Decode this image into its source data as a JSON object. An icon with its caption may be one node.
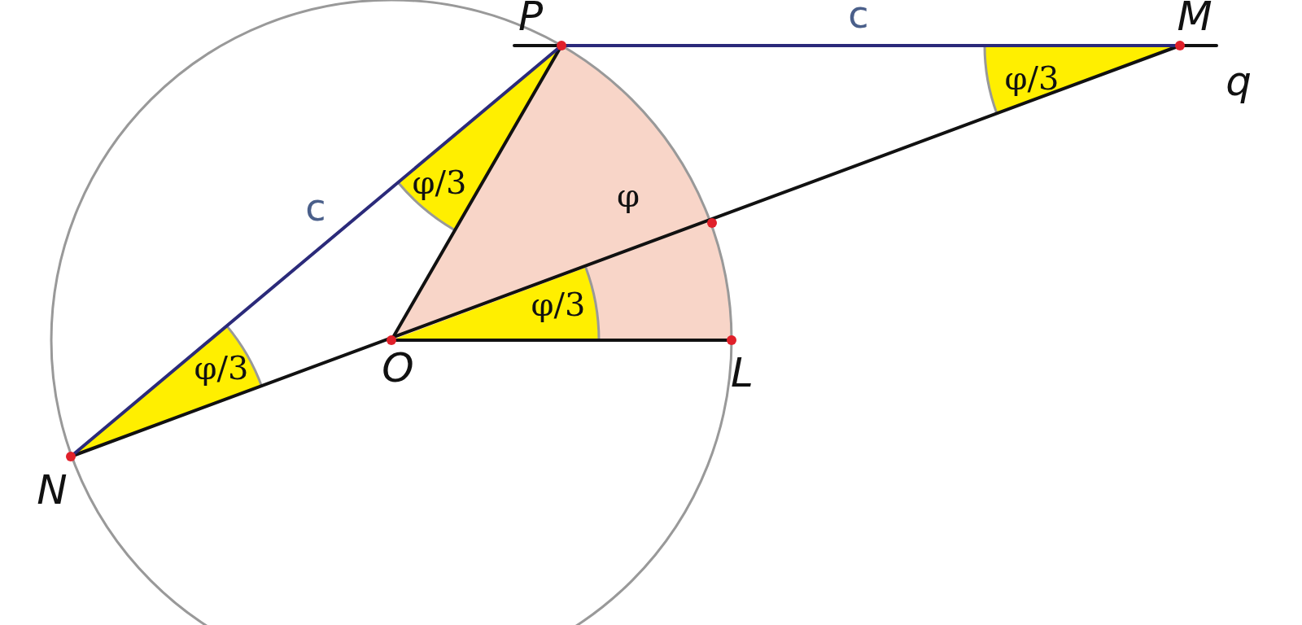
{
  "diagram": {
    "labels": [
      "P",
      "c",
      "M",
      "φ/3",
      "q",
      "φ/3",
      "c",
      "φ",
      "φ/3",
      "φ/3",
      "O",
      "L",
      "N"
    ]
  }
}
